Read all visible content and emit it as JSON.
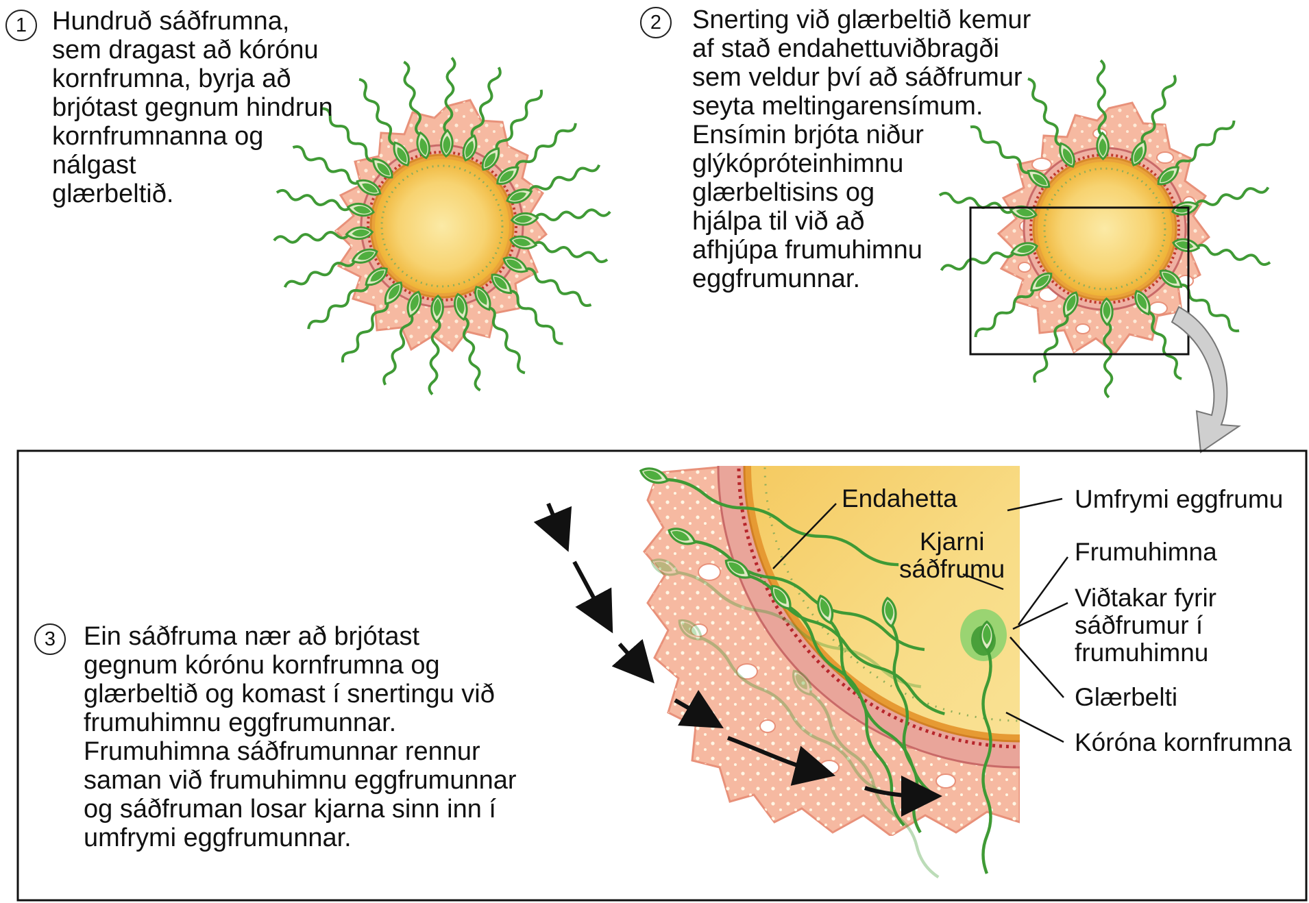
{
  "steps": [
    {
      "number": "1",
      "text": "Hundruð sáðfrumna,\nsem dragast að kórónu\nkornfrumna, byrja að\nbrjótast gegnum hindrun\nkornfrumnanna og\nnálgast\nglærbeltið."
    },
    {
      "number": "2",
      "text": "Snerting við glærbeltið kemur\naf stað endahettuviðbragði\nsem veldur því að sáðfrumur\nseyta meltingarensímum.\nEnsímin brjóta niður\nglýkópróteinhimnu\nglærbeltisins og\nhjálpa til við að\nafhjúpa frumuhimnu\neggfrumunnar."
    },
    {
      "number": "3",
      "text": "Ein sáðfruma nær að brjótast\ngegnum kórónu kornfrumna og\nglærbeltið og komast í snertingu við\nfrumuhimnu eggfrumunnar.\nFrumuhimna sáðfrumunnar rennur\nsaman við frumuhimnu eggfrumunnar\nog sáðfruman losar kjarna sinn inn í\numfrymi eggfrumunnar."
    }
  ],
  "labels": {
    "acrosome": "Endahetta",
    "sperm_nucleus": "Kjarni\nsáðfrumu",
    "cytoplasm": "Umfrymi eggfrumu",
    "plasma_membrane": "Frumuhimna",
    "receptors": "Viðtakar fyrir\nsáðfrumur í\nfrumuhimnu",
    "zona_pellucida": "Glærbelti",
    "corona_radiata": "Kóróna kornfrumna"
  },
  "colors": {
    "corona": "#f6b9a1",
    "cytoplasm": "#f5c24a",
    "zona": "#e89a8e",
    "sperm": "#4aa43c"
  }
}
